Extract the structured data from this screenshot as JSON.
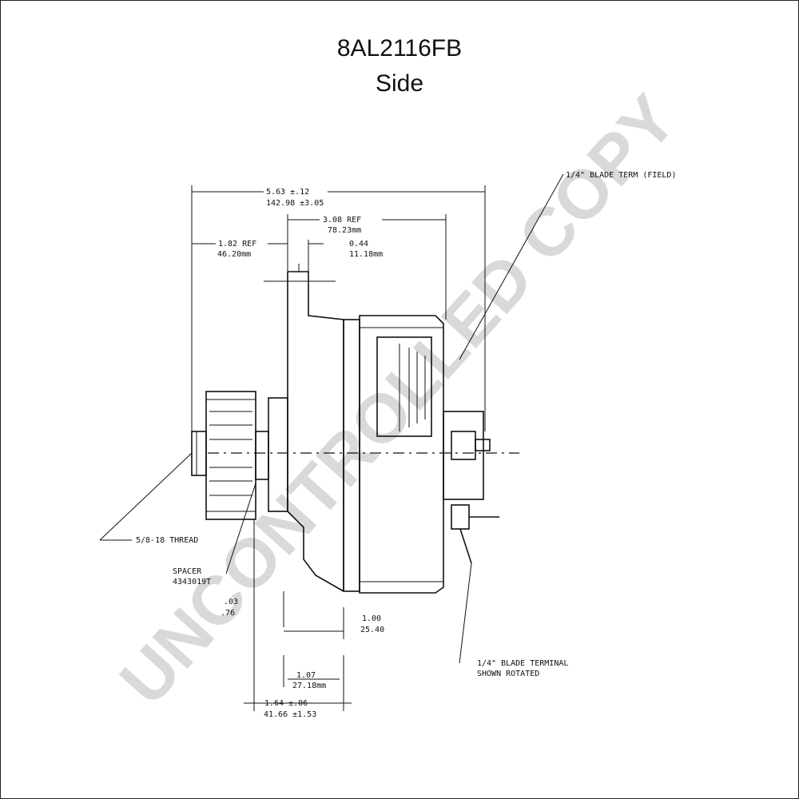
{
  "title": "8AL2116FB",
  "subtitle": "Side",
  "watermark": "UNCONTROLLED COPY",
  "dimensions": {
    "overall": [
      "5.63 ±.12",
      "142.98 ±3.05"
    ],
    "ref_308": [
      "3.08 REF",
      "78.23mm"
    ],
    "ref_182": [
      "1.82 REF",
      "46.20mm"
    ],
    "d044": [
      "0.44",
      "11.18mm"
    ],
    "d03": [
      ".03",
      ".76"
    ],
    "d100": [
      "1.00",
      "25.40"
    ],
    "d107": [
      "1.07",
      "27.18mm"
    ],
    "d164": [
      "1.64 ±.06",
      "41.66 ±1.53"
    ]
  },
  "callouts": {
    "blade_field": "1/4\" BLADE TERM (FIELD)",
    "thread": "5/8-18 THREAD",
    "spacer": [
      "SPACER",
      "4343019T"
    ],
    "blade_terminal": [
      "1/4\" BLADE TERMINAL",
      "SHOWN ROTATED"
    ]
  },
  "colors": {
    "line": "#111111",
    "watermark": "#d9d9d9",
    "background": "#ffffff"
  }
}
